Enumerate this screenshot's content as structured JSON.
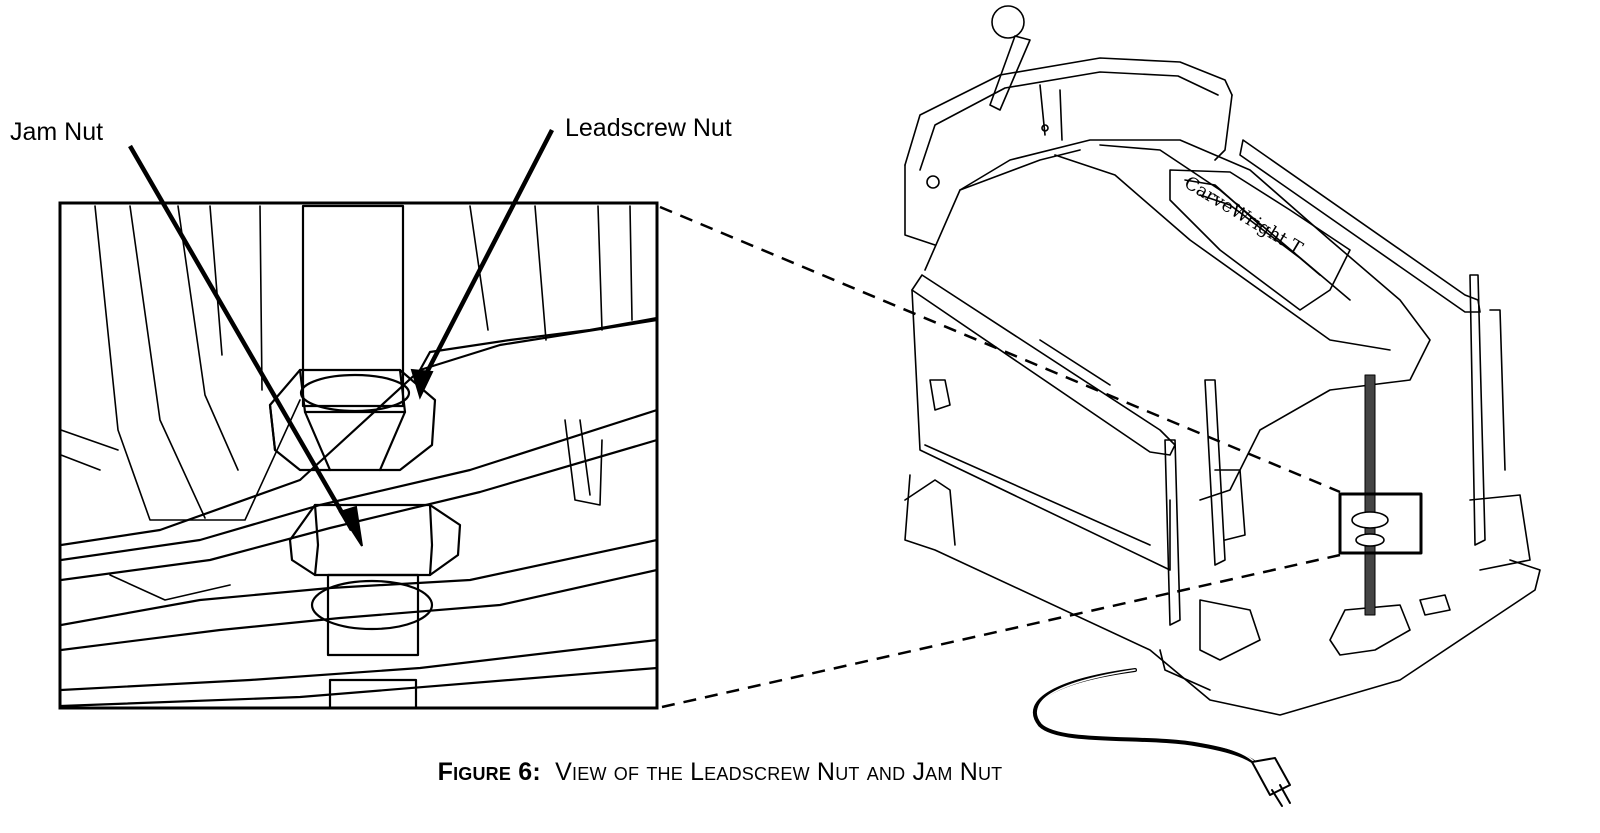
{
  "labels": {
    "jam_nut": "Jam Nut",
    "leadscrew_nut": "Leadscrew Nut"
  },
  "caption": {
    "figure": "Figure 6:",
    "text": "View of the Leadscrew Nut and Jam Nut"
  },
  "product_logo": "CarveWright T"
}
